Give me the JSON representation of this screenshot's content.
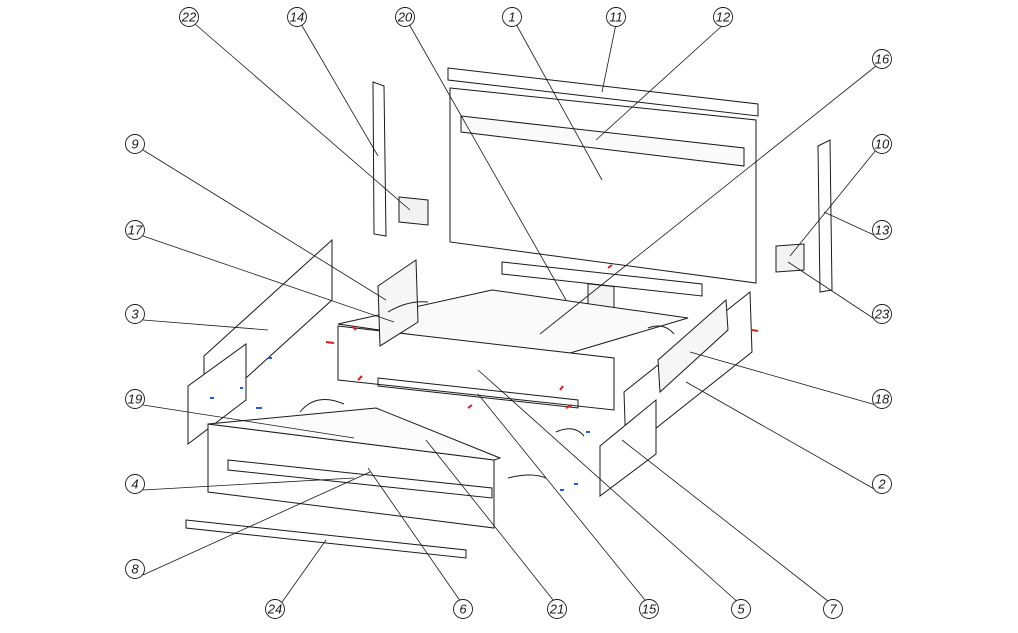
{
  "diagram": {
    "callouts": {
      "c22": "22",
      "c14": "14",
      "c20": "20",
      "c1_top": "1",
      "c11": "11",
      "c12": "12",
      "c16": "16",
      "c9": "9",
      "c17": "17",
      "c3": "3",
      "c19": "19",
      "c4": "4",
      "c8": "8",
      "c24": "24",
      "c6": "6",
      "c21": "21",
      "c15": "15",
      "c5": "5",
      "c7": "7",
      "c10": "10",
      "c13": "13",
      "c23": "23",
      "c18": "18",
      "c2": "2"
    },
    "colors": {
      "line": "#1a1a1a",
      "thin": "#555555",
      "fastener_red": "#d42020",
      "fastener_blue": "#1f5fd6",
      "panel": "#ffffff"
    }
  }
}
